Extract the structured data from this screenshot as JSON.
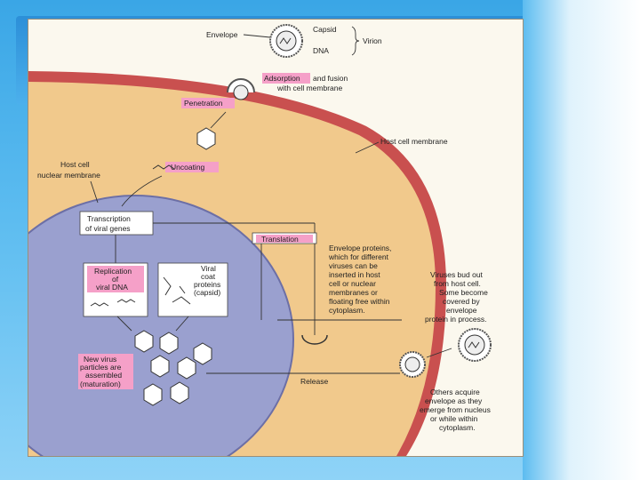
{
  "labels": {
    "envelope": "Envelope",
    "capsid": "Capsid",
    "dna": "DNA",
    "virion": "Virion",
    "adsorption": "Adsorption",
    "adsorption_rest": "and fusion",
    "adsorption_line2": "with cell membrane",
    "penetration": "Penetration",
    "host_cell_membrane": "Host cell membrane",
    "host_nuclear_1": "Host cell",
    "host_nuclear_2": "nuclear membrane",
    "uncoating": "Uncoating",
    "transcription_1": "Transcription",
    "transcription_2": "of viral genes",
    "translation": "Translation",
    "envelope_proteins": [
      "Envelope proteins,",
      "which for different",
      "viruses can be",
      "inserted in host",
      "cell or nuclear",
      "membranes or",
      "floating free within",
      "cytoplasm."
    ],
    "replication": [
      "Replication",
      "of",
      "viral DNA"
    ],
    "viral_coat": [
      "Viral",
      "coat",
      "proteins",
      "(capsid)"
    ],
    "new_virus": [
      "New virus",
      "particles are",
      "assembled",
      "(maturation)"
    ],
    "release": "Release",
    "bud_out": [
      "Viruses bud out",
      "from host cell.",
      "Some become",
      "covered by",
      "envelope",
      "protein in process."
    ],
    "others_acquire": [
      "Others acquire",
      "envelope as they",
      "emerge from nucleus",
      "or while within",
      "cytoplasm."
    ]
  },
  "colors": {
    "cytoplasm": "#f1c98c",
    "membrane": "#c9504f",
    "nucleus": "#9aa0cf",
    "highlight": "#f5a0c8"
  }
}
